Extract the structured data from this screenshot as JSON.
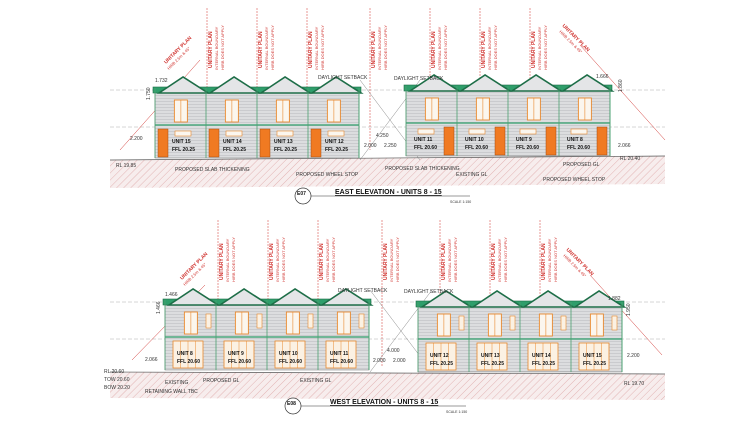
{
  "colors": {
    "roof": "#2f9e6b",
    "roof_edge": "#1e6e48",
    "wall": "#dcdddf",
    "door": "#f07a22",
    "frame": "#e8892e",
    "boundary": "#d0312d",
    "hatch": "#e6b9b9"
  },
  "boundary_label": {
    "title": "UNITARY PLAN",
    "line1": "INTERNAL BOUNDARY",
    "line2": "HIRB DOES NOT APPLY"
  },
  "hirb_label": {
    "title": "UNITARY PLAN",
    "line1": "HIRB 2.5m & 45°"
  },
  "east": {
    "ref": "E07",
    "title": "EAST ELEVATION - UNITS 8 - 15",
    "scale": "SCALE 1:150",
    "left_units": [
      {
        "name": "UNIT 15",
        "ffl": "FFL 20.25"
      },
      {
        "name": "UNIT 14",
        "ffl": "FFL 20.25"
      },
      {
        "name": "UNIT 13",
        "ffl": "FFL 20.25"
      },
      {
        "name": "UNIT 12",
        "ffl": "FFL 20.25"
      }
    ],
    "right_units": [
      {
        "name": "UNIT 11",
        "ffl": "FFL 20.60"
      },
      {
        "name": "UNIT 10",
        "ffl": "FFL 20.60"
      },
      {
        "name": "UNIT 9",
        "ffl": "FFL 20.60"
      },
      {
        "name": "UNIT 8",
        "ffl": "FFL 20.60"
      }
    ],
    "labels": {
      "dim_top_left": "1.732",
      "dim_vert_left": "1.750",
      "dim_left": "2.200",
      "rl_left": "RL 19.85",
      "slab_left": "PROPOSED SLAB THICKENING",
      "wheel_left": "PROPOSED WHEEL STOP",
      "daylight_left": "DAYLIGHT SETBACK",
      "daylight_right": "DAYLIGHT SETBACK",
      "gap_total": "4.250",
      "gap_a": "2.000",
      "gap_b": "2.250",
      "slab_right": "PROPOSED SLAB THICKENING",
      "existing_gl": "EXISTING GL",
      "proposed_gl": "PROPOSED GL",
      "wheel_right": "PROPOSED WHEEL STOP",
      "dim_top_right": "1.666",
      "dim_vert_right": "1.860",
      "dim_right": "2.066",
      "rl_right": "RL 20.40"
    }
  },
  "west": {
    "ref": "E08",
    "title": "WEST ELEVATION - UNITS 8 - 15",
    "scale": "SCALE 1:150",
    "left_units": [
      {
        "name": "UNIT 8",
        "ffl": "FFL 20.60"
      },
      {
        "name": "UNIT 9",
        "ffl": "FFL 20.60"
      },
      {
        "name": "UNIT 10",
        "ffl": "FFL 20.60"
      },
      {
        "name": "UNIT 11",
        "ffl": "FFL 20.60"
      }
    ],
    "right_units": [
      {
        "name": "UNIT 12",
        "ffl": "FFL 20.25"
      },
      {
        "name": "UNIT 13",
        "ffl": "FFL 20.25"
      },
      {
        "name": "UNIT 14",
        "ffl": "FFL 20.25"
      },
      {
        "name": "UNIT 15",
        "ffl": "FFL 20.25"
      }
    ],
    "labels": {
      "dim_top_left": "1.466",
      "dim_vert_left": "1.466",
      "dim_left": "2.066",
      "rl": "RL 20.60",
      "tow": "TOW 20.60",
      "bow": "BOW 20.20",
      "retaining": "EXISTING",
      "retaining2": "RETAINING WALL TBC",
      "proposed_gl": "PROPOSED GL",
      "existing_gl": "EXISTING GL",
      "daylight_left": "DAYLIGHT SETBACK",
      "daylight_right": "DAYLIGHT SETBACK",
      "gap_total": "4.000",
      "gap_a": "2.000",
      "gap_b": "2.000",
      "dim_top_right": "1.882",
      "dim_vert_right": "1.950",
      "dim_right": "2.200",
      "rl_right": "RL 19.70"
    }
  }
}
